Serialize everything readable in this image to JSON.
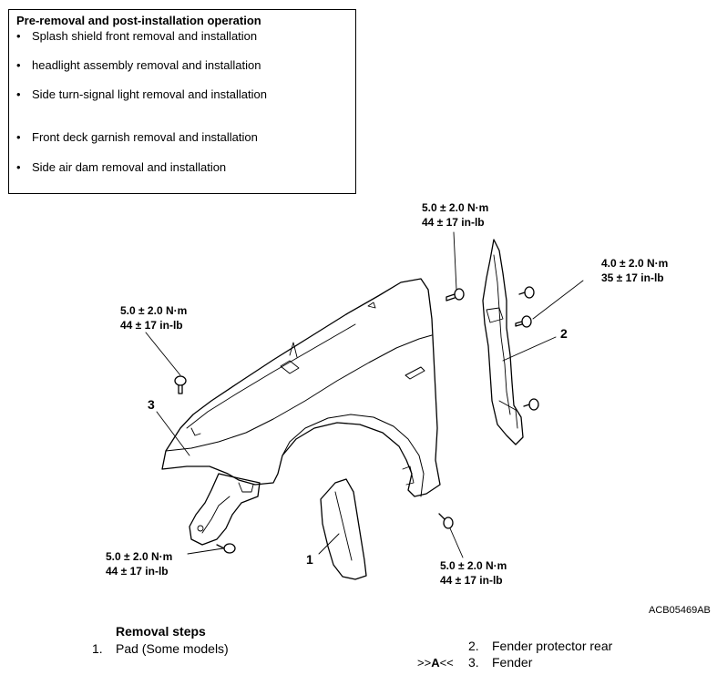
{
  "pre_removal": {
    "title": "Pre-removal and post-installation operation",
    "items": [
      "Splash shield front removal and installation",
      "headlight assembly removal and installation",
      "Side turn-signal light removal and installation",
      "Front deck garnish removal and installation",
      "Side air dam removal and installation"
    ]
  },
  "torques": {
    "top_center": {
      "nm": "5.0 ± 2.0 N·m",
      "inlb": "44 ± 17 in-lb"
    },
    "right": {
      "nm": "4.0 ± 2.0 N·m",
      "inlb": "35 ± 17 in-lb"
    },
    "left": {
      "nm": "5.0 ± 2.0 N·m",
      "inlb": "44 ± 17 in-lb"
    },
    "bottom_left": {
      "nm": "5.0 ± 2.0 N·m",
      "inlb": "44 ± 17 in-lb"
    },
    "bottom_right": {
      "nm": "5.0 ± 2.0 N·m",
      "inlb": "44 ± 17 in-lb"
    }
  },
  "callouts": {
    "c1": "1",
    "c2": "2",
    "c3": "3"
  },
  "figure_code": "ACB05469AB",
  "removal_steps": {
    "title": "Removal steps",
    "steps": [
      {
        "num": "1.",
        "label": "Pad (Some models)",
        "marker": ""
      },
      {
        "num": "2.",
        "label": "Fender protector rear",
        "marker": ""
      },
      {
        "num": "3.",
        "label": "Fender",
        "marker_prefix": ">>",
        "marker_letter": "A",
        "marker_suffix": "<<"
      }
    ]
  }
}
